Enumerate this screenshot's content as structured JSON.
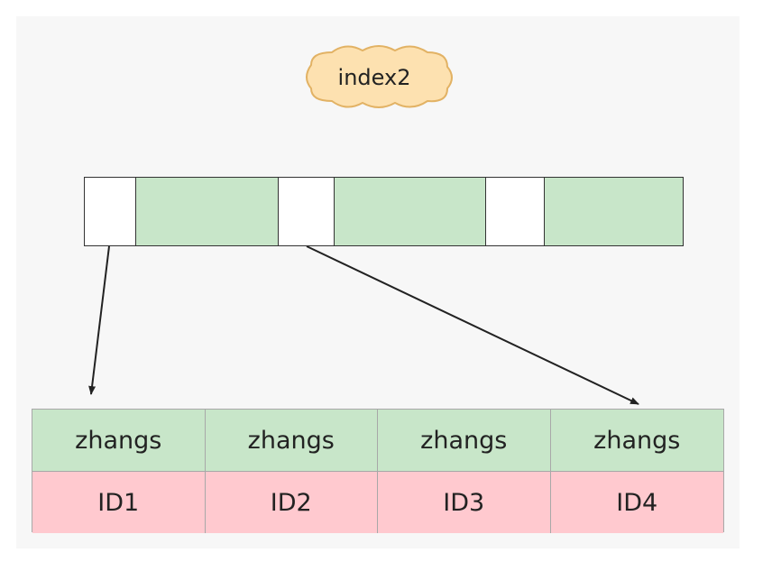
{
  "index_label": "index2",
  "colors": {
    "key_fill": "#c8e6c9",
    "pointer_fill": "#ffffff",
    "leaf_name_fill": "#c8e6c9",
    "leaf_id_fill": "#ffc9cf",
    "cloud_fill": "#fde1b0",
    "cloud_stroke": "#e2b264"
  },
  "leaf": {
    "names": [
      "zhangs",
      "zhangs",
      "zhangs",
      "zhangs"
    ],
    "ids": [
      "ID1",
      "ID2",
      "ID3",
      "ID4"
    ]
  }
}
